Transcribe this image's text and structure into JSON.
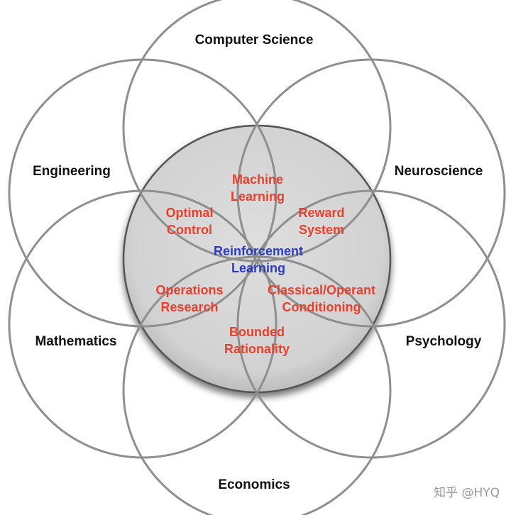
{
  "outer_fields": {
    "computer_science": "Computer Science",
    "engineering": "Engineering",
    "neuroscience": "Neuroscience",
    "mathematics": "Mathematics",
    "psychology": "Psychology",
    "economics": "Economics"
  },
  "inner_topics": {
    "machine_learning": [
      "Machine",
      "Learning"
    ],
    "optimal_control": [
      "Optimal",
      "Control"
    ],
    "reward_system": [
      "Reward",
      "System"
    ],
    "operations_research": [
      "Operations",
      "Research"
    ],
    "classical_operant": [
      "Classical/Operant",
      "Conditioning"
    ],
    "bounded_rationality": [
      "Bounded",
      "Rationality"
    ]
  },
  "center": [
    "Reinforcement",
    "Learning"
  ],
  "watermark": "知乎 @HYQ",
  "colors": {
    "ring_stroke": "#8f8f8f",
    "center_fill": "#d6d6d6",
    "outer_text": "#111111",
    "inner_text": "#e8402d",
    "center_text": "#2b3cc4"
  }
}
